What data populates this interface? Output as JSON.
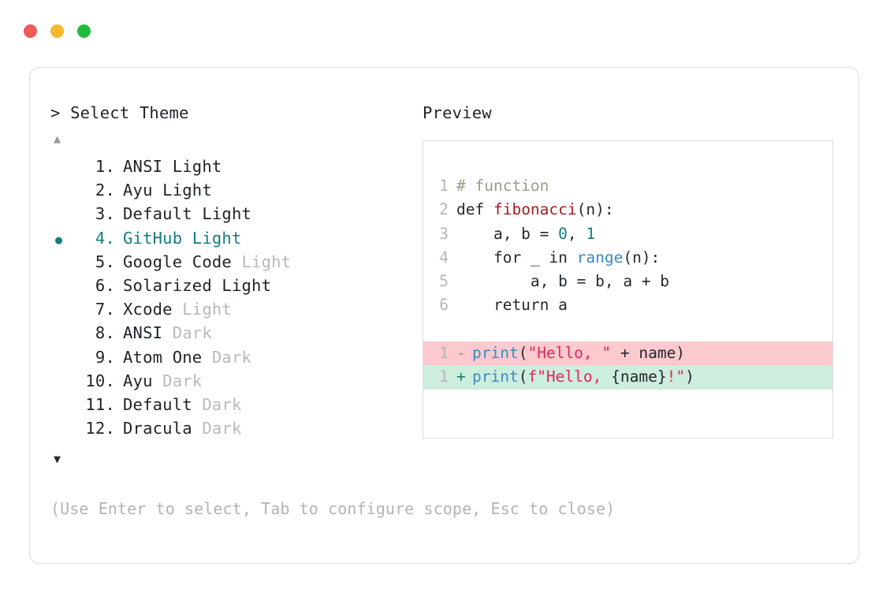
{
  "window": {
    "traffic_lights": [
      {
        "name": "close",
        "color": "#f05a57"
      },
      {
        "name": "minimize",
        "color": "#f5b82e"
      },
      {
        "name": "maximize",
        "color": "#22bb39"
      }
    ]
  },
  "accent": {
    "selected": "#11807e",
    "muted": "#b9b9b9",
    "text": "#1f2328"
  },
  "left_panel": {
    "heading": "> Select Theme",
    "scroll_up_icon": "▲",
    "scroll_down_icon": "▼",
    "selected_bullet": "●",
    "items": [
      {
        "index": " 1.",
        "name": "ANSI",
        "variant": "Light",
        "variant_muted": false,
        "selected": false,
        "bullet": ""
      },
      {
        "index": " 2.",
        "name": "Ayu",
        "variant": "Light",
        "variant_muted": false,
        "selected": false,
        "bullet": ""
      },
      {
        "index": " 3.",
        "name": "Default",
        "variant": "Light",
        "variant_muted": false,
        "selected": false,
        "bullet": ""
      },
      {
        "index": " 4.",
        "name": "GitHub",
        "variant": "Light",
        "variant_muted": false,
        "selected": true,
        "bullet": "●"
      },
      {
        "index": " 5.",
        "name": "Google Code",
        "variant": "Light",
        "variant_muted": true,
        "selected": false,
        "bullet": ""
      },
      {
        "index": " 6.",
        "name": "Solarized",
        "variant": "Light",
        "variant_muted": false,
        "selected": false,
        "bullet": ""
      },
      {
        "index": " 7.",
        "name": "Xcode",
        "variant": "Light",
        "variant_muted": true,
        "selected": false,
        "bullet": ""
      },
      {
        "index": " 8.",
        "name": "ANSI",
        "variant": "Dark",
        "variant_muted": true,
        "selected": false,
        "bullet": ""
      },
      {
        "index": " 9.",
        "name": "Atom One",
        "variant": "Dark",
        "variant_muted": true,
        "selected": false,
        "bullet": ""
      },
      {
        "index": "10.",
        "name": "Ayu",
        "variant": "Dark",
        "variant_muted": true,
        "selected": false,
        "bullet": ""
      },
      {
        "index": "11.",
        "name": "Default",
        "variant": "Dark",
        "variant_muted": true,
        "selected": false,
        "bullet": ""
      },
      {
        "index": "12.",
        "name": "Dracula",
        "variant": "Dark",
        "variant_muted": true,
        "selected": false,
        "bullet": ""
      }
    ]
  },
  "right_panel": {
    "heading": "Preview",
    "code_lines": [
      {
        "ln": "1",
        "tokens": [
          {
            "t": "# function",
            "c": "comment"
          }
        ]
      },
      {
        "ln": "2",
        "tokens": [
          {
            "t": "def ",
            "c": "kw"
          },
          {
            "t": "fibonacci",
            "c": "fn"
          },
          {
            "t": "(n):",
            "c": "plain"
          }
        ]
      },
      {
        "ln": "3",
        "tokens": [
          {
            "t": "    a, b = ",
            "c": "plain"
          },
          {
            "t": "0",
            "c": "num"
          },
          {
            "t": ", ",
            "c": "plain"
          },
          {
            "t": "1",
            "c": "num"
          }
        ]
      },
      {
        "ln": "4",
        "tokens": [
          {
            "t": "    for _ in ",
            "c": "plain"
          },
          {
            "t": "range",
            "c": "builtin"
          },
          {
            "t": "(n):",
            "c": "plain"
          }
        ]
      },
      {
        "ln": "5",
        "tokens": [
          {
            "t": "        a, b = b, a + b",
            "c": "plain"
          }
        ]
      },
      {
        "ln": "6",
        "tokens": [
          {
            "t": "    return a",
            "c": "plain"
          }
        ]
      }
    ],
    "diff_lines": [
      {
        "ln": "1",
        "sign": "-",
        "kind": "minus",
        "tokens": [
          {
            "t": "print",
            "c": "builtin"
          },
          {
            "t": "(",
            "c": "plain"
          },
          {
            "t": "\"Hello, \"",
            "c": "str"
          },
          {
            "t": " + name)",
            "c": "plain"
          }
        ]
      },
      {
        "ln": "1",
        "sign": "+",
        "kind": "plus",
        "tokens": [
          {
            "t": "print",
            "c": "builtin"
          },
          {
            "t": "(",
            "c": "plain"
          },
          {
            "t": "f\"Hello, ",
            "c": "str"
          },
          {
            "t": "{name}",
            "c": "plain"
          },
          {
            "t": "!\"",
            "c": "str"
          },
          {
            "t": ")",
            "c": "plain"
          }
        ]
      }
    ]
  },
  "footer": {
    "hint": "(Use Enter to select, Tab to configure scope, Esc to close)"
  }
}
